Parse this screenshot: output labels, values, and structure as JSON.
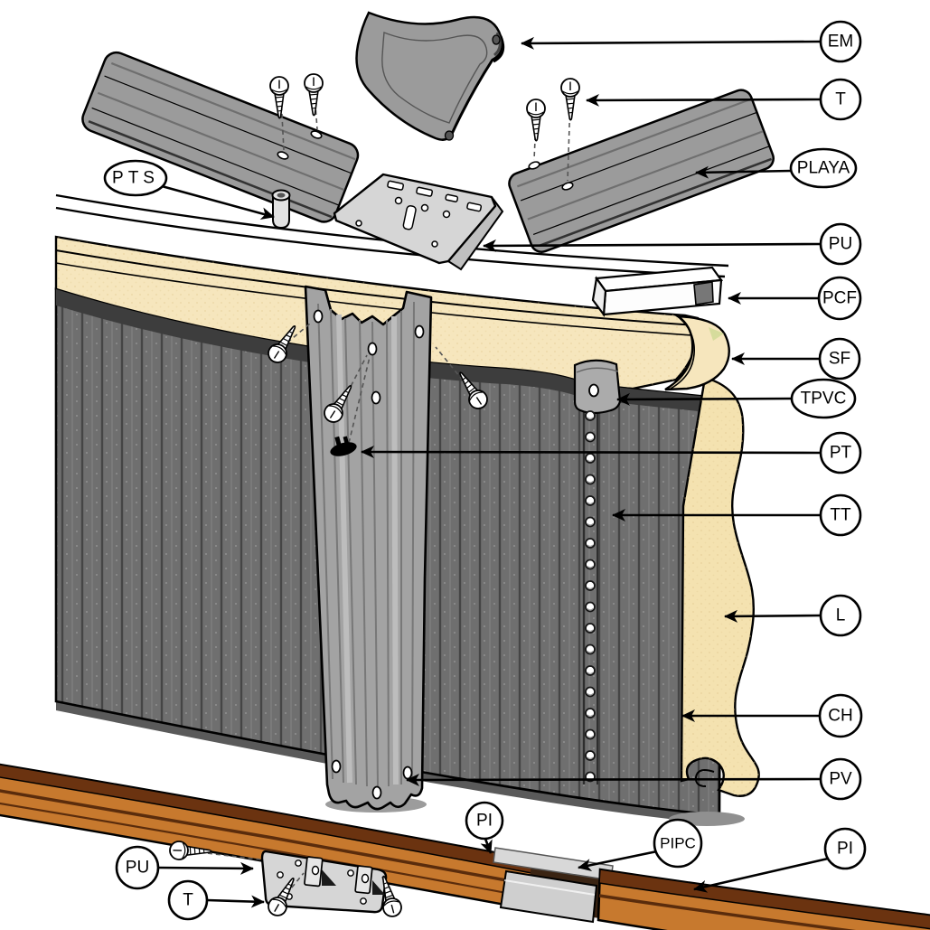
{
  "labels": {
    "em": "EM",
    "t_top": "T",
    "playa": "PLAYA",
    "pu_top": "PU",
    "pcf": "PCF",
    "sf": "SF",
    "tpvc": "TPVC",
    "pt": "PT",
    "tt": "TT",
    "l": "L",
    "ch": "CH",
    "pv": "PV",
    "pi_right": "PI",
    "pipc": "PIPC",
    "pi_mid": "PI",
    "pts": "PTS",
    "pu_bottom": "PU",
    "t_bottom": "T"
  },
  "colors": {
    "background": "#ffffff",
    "wall": "#6f6f6f",
    "wall_top_band": "#3d3d3d",
    "wood_ledge": "#f6e6bd",
    "liner": "#f4e2b0",
    "metal_gray": "#9b9b9b",
    "plate_gray": "#d6d6d6",
    "post_gray": "#a3a3a3",
    "tab_gray": "#ababab",
    "rail_face": "#c7792e",
    "rail_dark": "#6b3310",
    "connector_gray": "#cfcfcf",
    "outline": "#000000"
  }
}
